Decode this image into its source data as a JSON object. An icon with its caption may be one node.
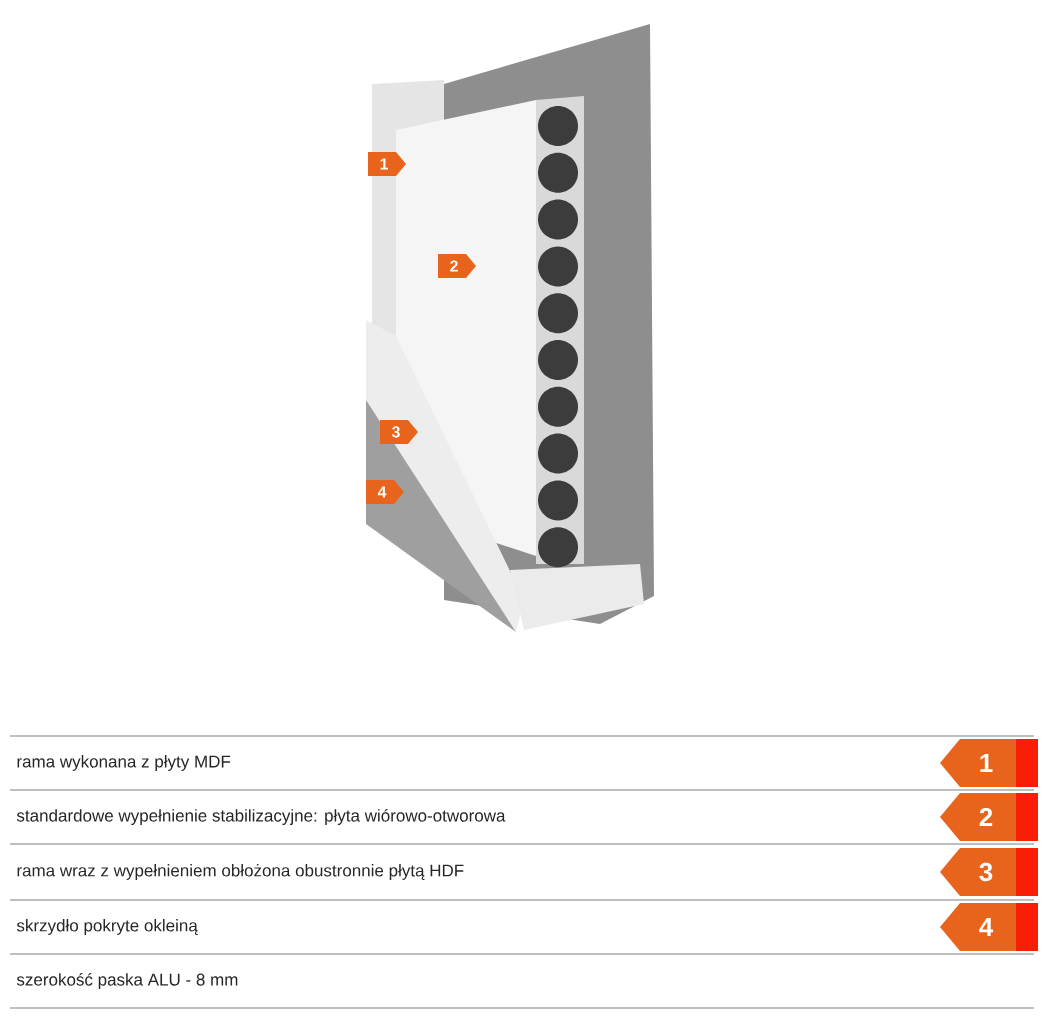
{
  "diagram": {
    "nodes": [
      {
        "text": [
          "1"
        ]
      },
      {
        "text": [
          "2"
        ]
      },
      {
        "text": [
          "3"
        ]
      },
      {
        "text": [
          "4"
        ]
      },
      {
        "text": [
          "1"
        ]
      },
      {
        "text": [
          "2"
        ]
      },
      {
        "text": [
          "3"
        ]
      },
      {
        "text": [
          "4"
        ]
      }
    ],
    "labels": [
      "rama wykonana z płyty MDF",
      "standardowe wypełnienie stabilizacyjne: płyta wiórowo-otworowa",
      "rama wraz z wypełnieniem obłożona obustronnie płytą HDF",
      "skrzydło pokryte okleiną",
      "szerokość paska ALU - 8 mm"
    ]
  }
}
